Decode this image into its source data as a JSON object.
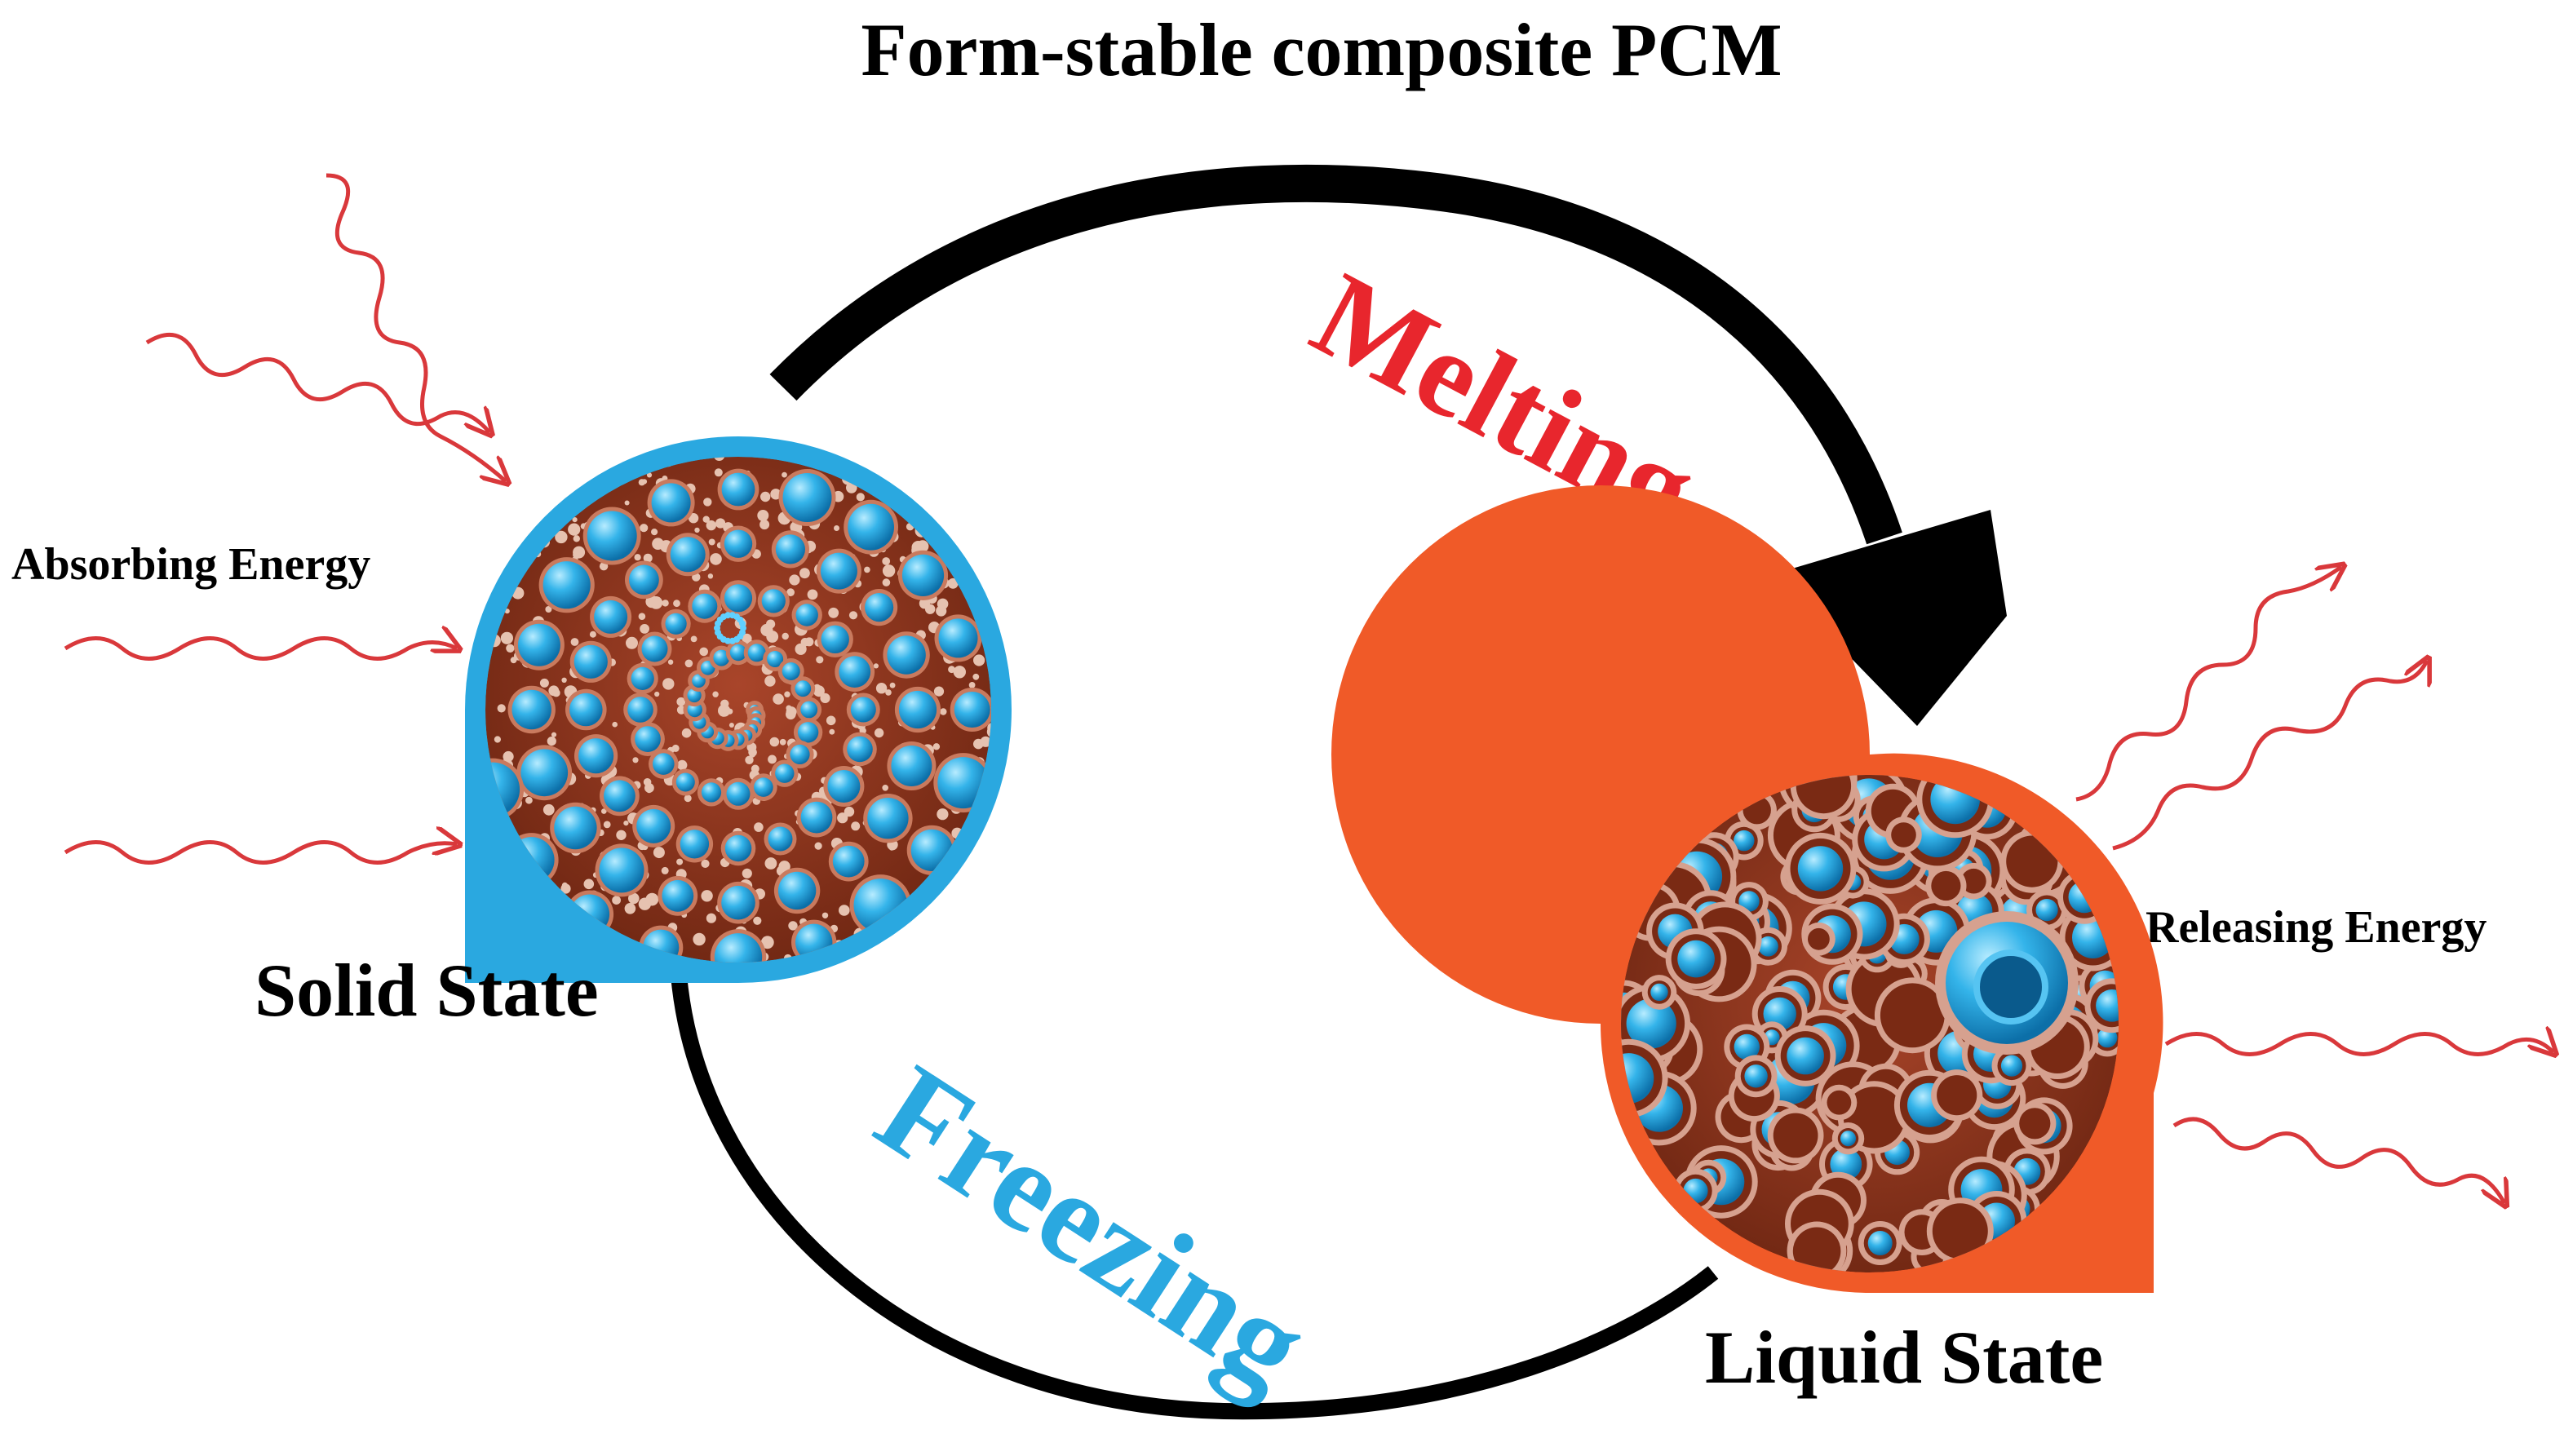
{
  "title": "Form-stable composite PCM",
  "labels": {
    "absorbing": "Absorbing Energy",
    "releasing": "Releasing Energy",
    "solid": "Solid State",
    "liquid": "Liquid State",
    "melting": "Melting",
    "freezing": "Freezing"
  },
  "colors": {
    "text": "#000000",
    "melting": "#e8262d",
    "freezing": "#2aa8e0",
    "wave": "#d9383b",
    "solid_frame": "#2aa8e0",
    "liquid_frame": "#f05a28",
    "material_base": "#8a3318",
    "material_mesh": "#c97a5e",
    "bubble": "#2fb0e8",
    "bubble_highlight": "#9fe3ff",
    "arrow": "#000000"
  },
  "icons": {
    "solid": "solid-pcm-microstructure",
    "liquid": "liquid-pcm-microstructure",
    "waves_in": "incoming-heat-wave-arrow",
    "waves_out": "outgoing-heat-wave-arrow"
  }
}
